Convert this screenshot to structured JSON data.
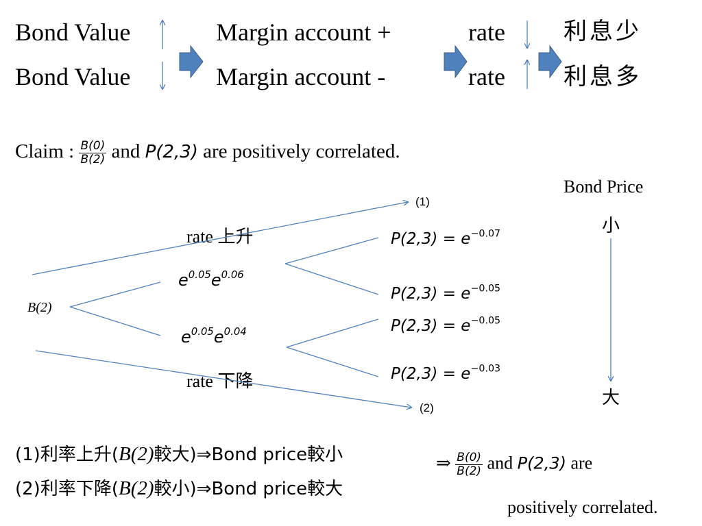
{
  "header": {
    "bond_value": "Bond Value",
    "margin_plus": "Margin account +",
    "margin_minus": "Margin account -",
    "rate": "rate",
    "interest_less": "利息少",
    "interest_more": "利息多",
    "arrow_color": "#4f81bd"
  },
  "claim": {
    "prefix": "Claim :",
    "frac_num": "B(0)",
    "frac_den": "B(2)",
    "and": "and",
    "p23": "P(2,3)",
    "suffix": "are positively correlated."
  },
  "tree": {
    "root": "B(2)",
    "rate_up": "rate 上升",
    "rate_down": "rate 下降",
    "mid_up_a": "e",
    "mid_up_a_sup": "0.05",
    "mid_up_b": "e",
    "mid_up_b_sup": "0.06",
    "mid_down_a": "e",
    "mid_down_a_sup": "0.05",
    "mid_down_b": "e",
    "mid_down_b_sup": "0.04",
    "leaves": [
      {
        "lhs": "P(2,3) = e",
        "exp": "−0.07"
      },
      {
        "lhs": "P(2,3) = e",
        "exp": "−0.05"
      },
      {
        "lhs": "P(2,3) = e",
        "exp": "−0.05"
      },
      {
        "lhs": "P(2,3) = e",
        "exp": "−0.03"
      }
    ],
    "marker_1": "(1)",
    "marker_2": "(2)",
    "line_color": "#4f81bd"
  },
  "bond_price": {
    "title": "Bond Price",
    "small": "小",
    "large": "大"
  },
  "conclusion": {
    "line1_prefix": "(1)利率上升(",
    "line1_b": "B(2)",
    "line1_suffix": "較大)⇒Bond price較小",
    "line2_prefix": "(2)利率下降(",
    "line2_b": "B(2)",
    "line2_suffix": "較小)⇒Bond price較大",
    "implies": "⇒",
    "frac_num": "B(0)",
    "frac_den": "B(2)",
    "and": "and",
    "p23": "P(2,3)",
    "are": "are",
    "positively": "positively correlated."
  }
}
